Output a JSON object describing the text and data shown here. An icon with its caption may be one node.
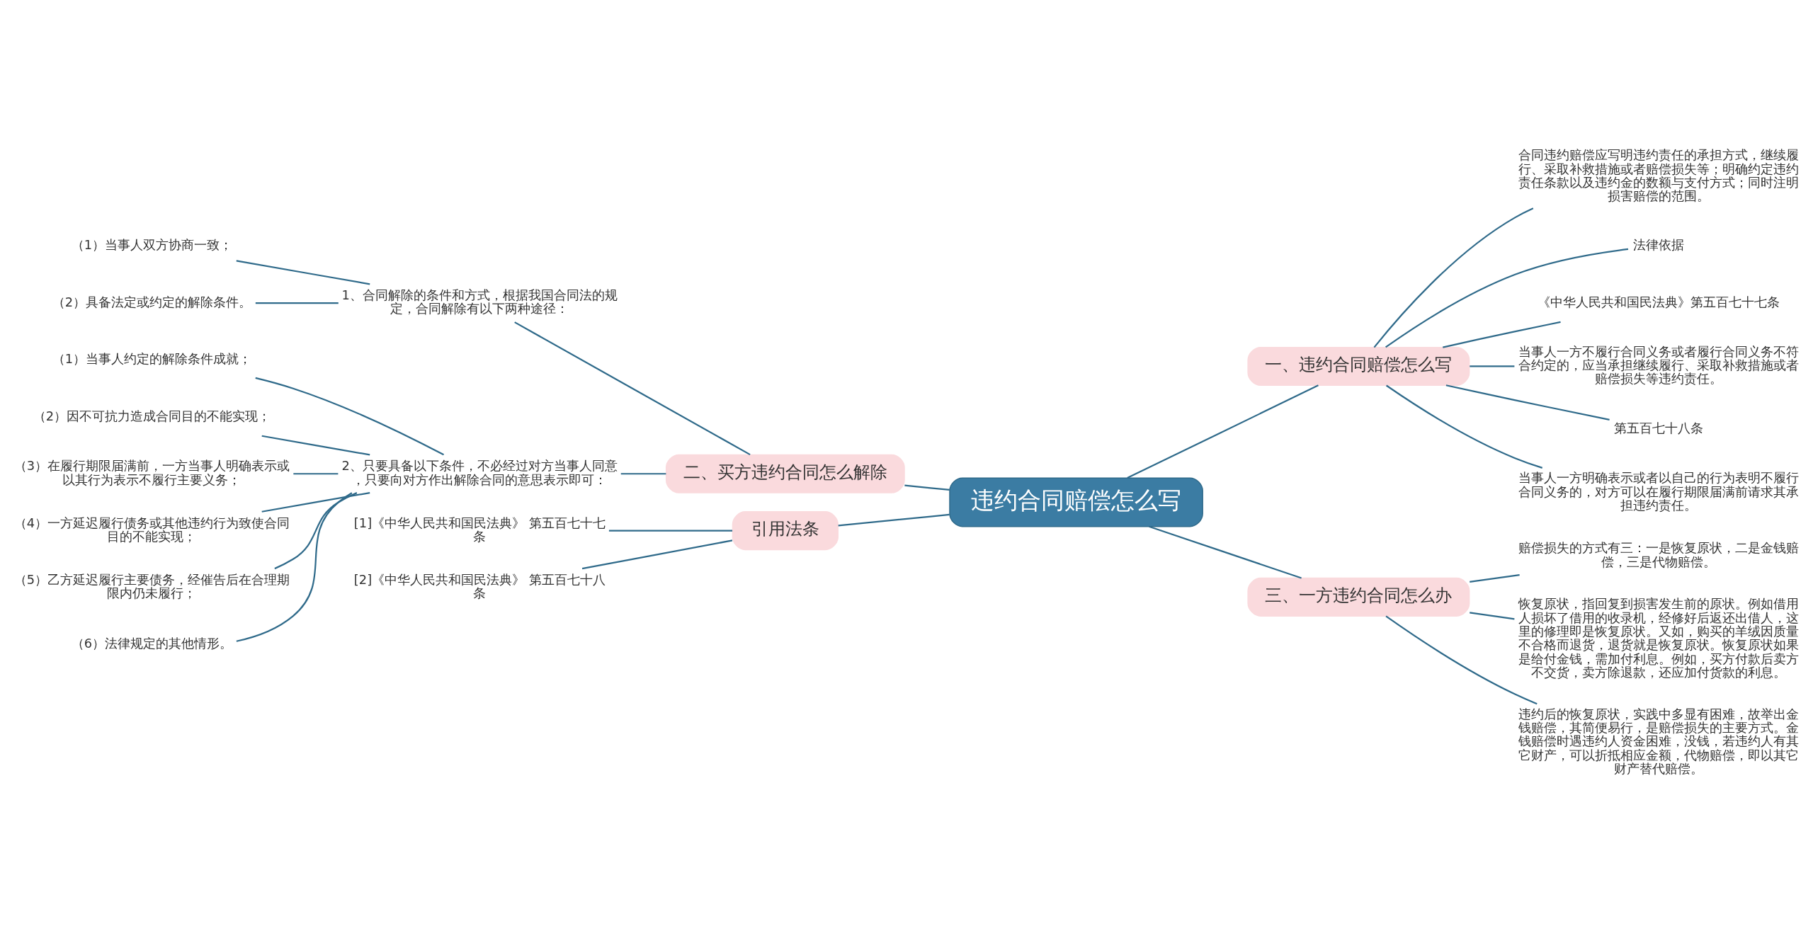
{
  "diagram": {
    "nodes": [
      {
        "text": [
          "违约合同赔偿怎么写"
        ]
      },
      {
        "text": [
          "一、违约合同赔偿怎么写"
        ]
      },
      {
        "text": [
          "合同违约赔偿应写明违约责任的承担方式，继续履行、采取补救措施或者赔偿损失等；明确约定违约责任条款以及违约金的数额与支付方式；同时注明损害赔偿的范围。"
        ]
      },
      {
        "text": [
          "法律依据"
        ]
      },
      {
        "text": [
          "《中华人民共和国民法典》第五百七十七条"
        ]
      },
      {
        "text": [
          "当事人一方不履行合同义务或者履行合同义务不符合约定的，应当承担继续履行、采取补救措施或者赔偿损失等违约责任。"
        ]
      },
      {
        "text": [
          "第五百七十八条"
        ]
      },
      {
        "text": [
          "当事人一方明确表示或者以自己的行为表明不履行合同义务的，对方可以在履行期限届满前请求其承担违约责任。"
        ]
      },
      {
        "text": [
          "二、买方违约合同怎么解除"
        ]
      },
      {
        "text": [
          "1、合同解除的条件和方式，根据我国合同法的规定，合同解除有以下两种途径："
        ]
      },
      {
        "text": [
          "（1）当事人双方协商一致；"
        ]
      },
      {
        "text": [
          "（2）具备法定或约定的解除条件。"
        ]
      },
      {
        "text": [
          "2、只要具备以下条件，不必经过对方当事人同意，只要向对方作出解除合同的意思表示即可："
        ]
      },
      {
        "text": [
          "（1）当事人约定的解除条件成就；"
        ]
      },
      {
        "text": [
          "（2）因不可抗力造成合同目的不能实现；"
        ]
      },
      {
        "text": [
          "（3）在履行期限届满前，一方当事人明确表示或以其行为表示不履行主要义务；"
        ]
      },
      {
        "text": [
          "（4）一方延迟履行债务或其他违约行为致使合同目的不能实现；"
        ]
      },
      {
        "text": [
          "（5）乙方延迟履行主要债务，经催告后在合理期限内仍未履行；"
        ]
      },
      {
        "text": [
          "（6）法律规定的其他情形。"
        ]
      },
      {
        "text": [
          "三、一方违约合同怎么办"
        ]
      },
      {
        "text": [
          "赔偿损失的方式有三：一是恢复原状，二是金钱赔偿，三是代物赔偿。"
        ]
      },
      {
        "text": [
          "恢复原状，指回复到损害发生前的原状。例如借用人损坏了借用的收录机，经修好后返还出借人，这里的修理即是恢复原状。又如，购买的羊绒因质量不合格而退货，退货就是恢复原状。恢复原状如果是给付金钱，需加付利息。例如，买方付款后卖方不交货，卖方除退款，还应加付货款的利息。"
        ]
      },
      {
        "text": [
          "违约后的恢复原状，实践中多显有困难，故举出金钱赔偿，其简便易行，是赔偿损失的主要方式。金钱赔偿时遇违约人资金困难，没钱，若违约人有其它财产，可以折抵相应金额，代物赔偿，即以其它财产替代赔偿。"
        ]
      },
      {
        "text": [
          "引用法条"
        ]
      },
      {
        "text": [
          "[1]《中华人民共和国民法典》 第五百七十七条"
        ]
      },
      {
        "text": [
          "[2]《中华人民共和国民法典》 第五百七十八条"
        ]
      }
    ],
    "edges": [
      {
        "from": 0,
        "to": 1,
        "arrow": "none"
      },
      {
        "from": 1,
        "to": 2,
        "arrow": "none"
      },
      {
        "from": 1,
        "to": 3,
        "arrow": "none"
      },
      {
        "from": 1,
        "to": 4,
        "arrow": "none"
      },
      {
        "from": 1,
        "to": 5,
        "arrow": "none"
      },
      {
        "from": 1,
        "to": 6,
        "arrow": "none"
      },
      {
        "from": 1,
        "to": 7,
        "arrow": "none"
      },
      {
        "from": 0,
        "to": 8,
        "arrow": "none"
      },
      {
        "from": 8,
        "to": 9,
        "arrow": "none"
      },
      {
        "from": 9,
        "to": 10,
        "arrow": "none"
      },
      {
        "from": 9,
        "to": 11,
        "arrow": "none"
      },
      {
        "from": 8,
        "to": 12,
        "arrow": "none"
      },
      {
        "from": 12,
        "to": 13,
        "arrow": "none"
      },
      {
        "from": 12,
        "to": 14,
        "arrow": "none"
      },
      {
        "from": 12,
        "to": 15,
        "arrow": "none"
      },
      {
        "from": 12,
        "to": 16,
        "arrow": "none"
      },
      {
        "from": 12,
        "to": 17,
        "arrow": "none"
      },
      {
        "from": 12,
        "to": 18,
        "arrow": "none"
      },
      {
        "from": 0,
        "to": 19,
        "arrow": "none"
      },
      {
        "from": 19,
        "to": 20,
        "arrow": "none"
      },
      {
        "from": 19,
        "to": 21,
        "arrow": "none"
      },
      {
        "from": 19,
        "to": 22,
        "arrow": "none"
      },
      {
        "from": 0,
        "to": 23,
        "arrow": "none"
      },
      {
        "from": 23,
        "to": 24,
        "arrow": "none"
      },
      {
        "from": 23,
        "to": 25,
        "arrow": "none"
      }
    ]
  }
}
